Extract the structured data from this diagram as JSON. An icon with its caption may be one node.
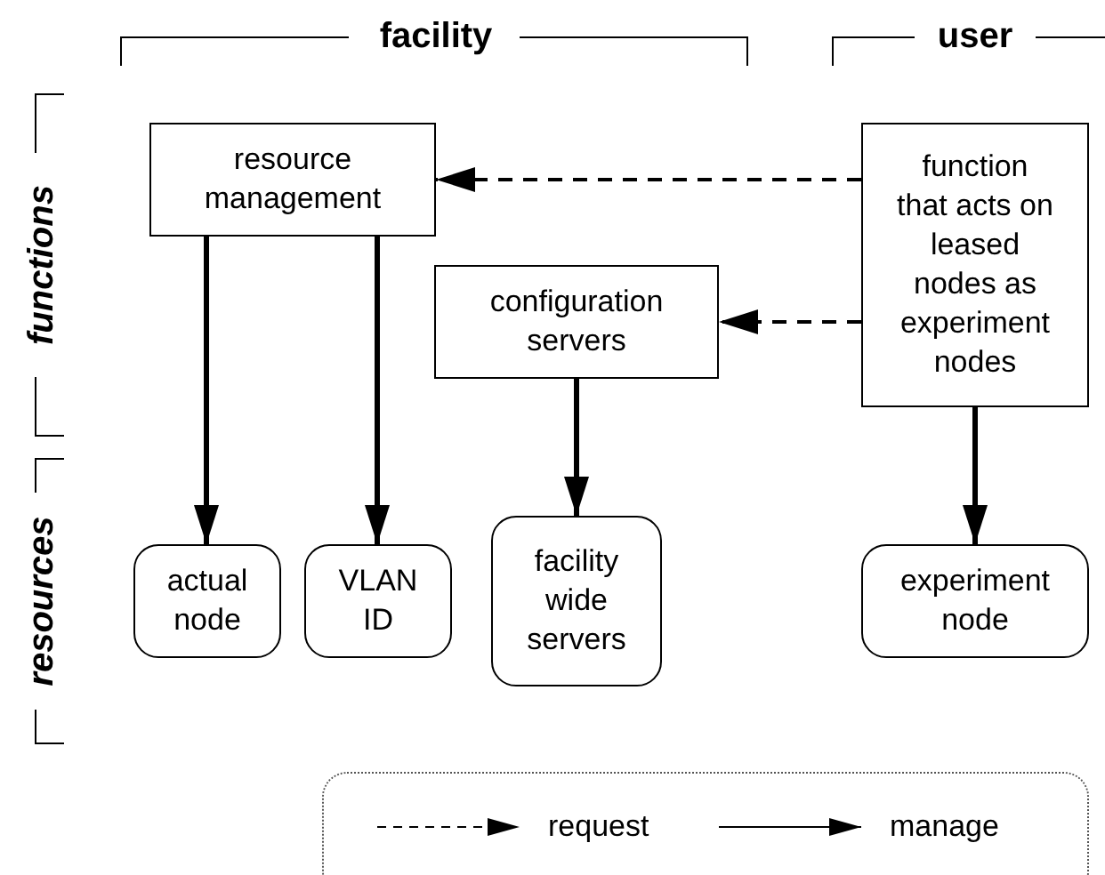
{
  "diagram": {
    "nodes": [
      {
        "text": [
          "resource management"
        ]
      },
      {
        "text": [
          "configuration servers"
        ]
      },
      {
        "text": [
          "function that acts on leased nodes as experiment nodes"
        ]
      },
      {
        "text": [
          "actual node"
        ]
      },
      {
        "text": [
          "VLAN ID"
        ]
      },
      {
        "text": [
          "facility wide servers"
        ]
      },
      {
        "text": [
          "experiment node"
        ]
      }
    ],
    "edges": [
      {
        "from": 2,
        "to": 0,
        "arrow": "to",
        "style": "dashed"
      },
      {
        "from": 2,
        "to": 1,
        "arrow": "to",
        "style": "dashed"
      },
      {
        "from": 0,
        "to": 3,
        "arrow": "to"
      },
      {
        "from": 0,
        "to": 4,
        "arrow": "to"
      },
      {
        "from": 1,
        "to": 5,
        "arrow": "to"
      },
      {
        "from": 2,
        "to": 6,
        "arrow": "to"
      }
    ],
    "labels": [
      "facility",
      "user",
      "functions",
      "resources"
    ],
    "legend": [
      {
        "text": "request"
      },
      {
        "text": "manage"
      }
    ]
  }
}
